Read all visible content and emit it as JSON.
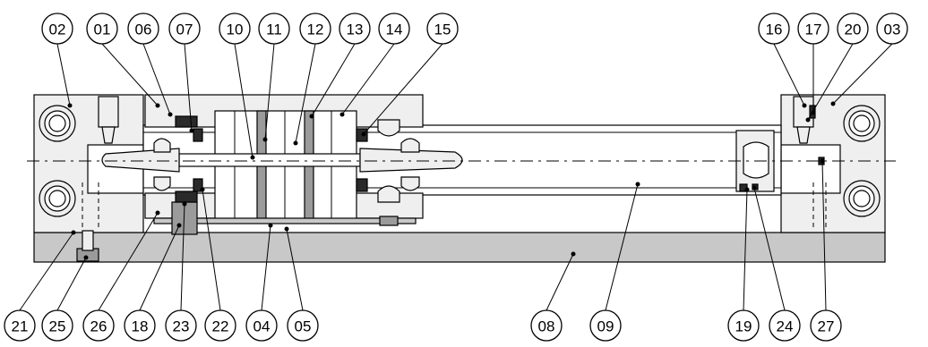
{
  "labels_top": [
    "02",
    "01",
    "06",
    "07",
    "10",
    "11",
    "12",
    "13",
    "14",
    "15",
    "16",
    "17",
    "20",
    "03"
  ],
  "labels_bottom": [
    "21",
    "25",
    "26",
    "18",
    "23",
    "22",
    "04",
    "05",
    "08",
    "09",
    "19",
    "24",
    "27"
  ],
  "colors": {
    "body_fill": "#efefef",
    "base_plate": "#c8c8c8",
    "dark_part": "#2a2a2a",
    "mid_part": "#9b9b9b",
    "line": "#000000"
  }
}
